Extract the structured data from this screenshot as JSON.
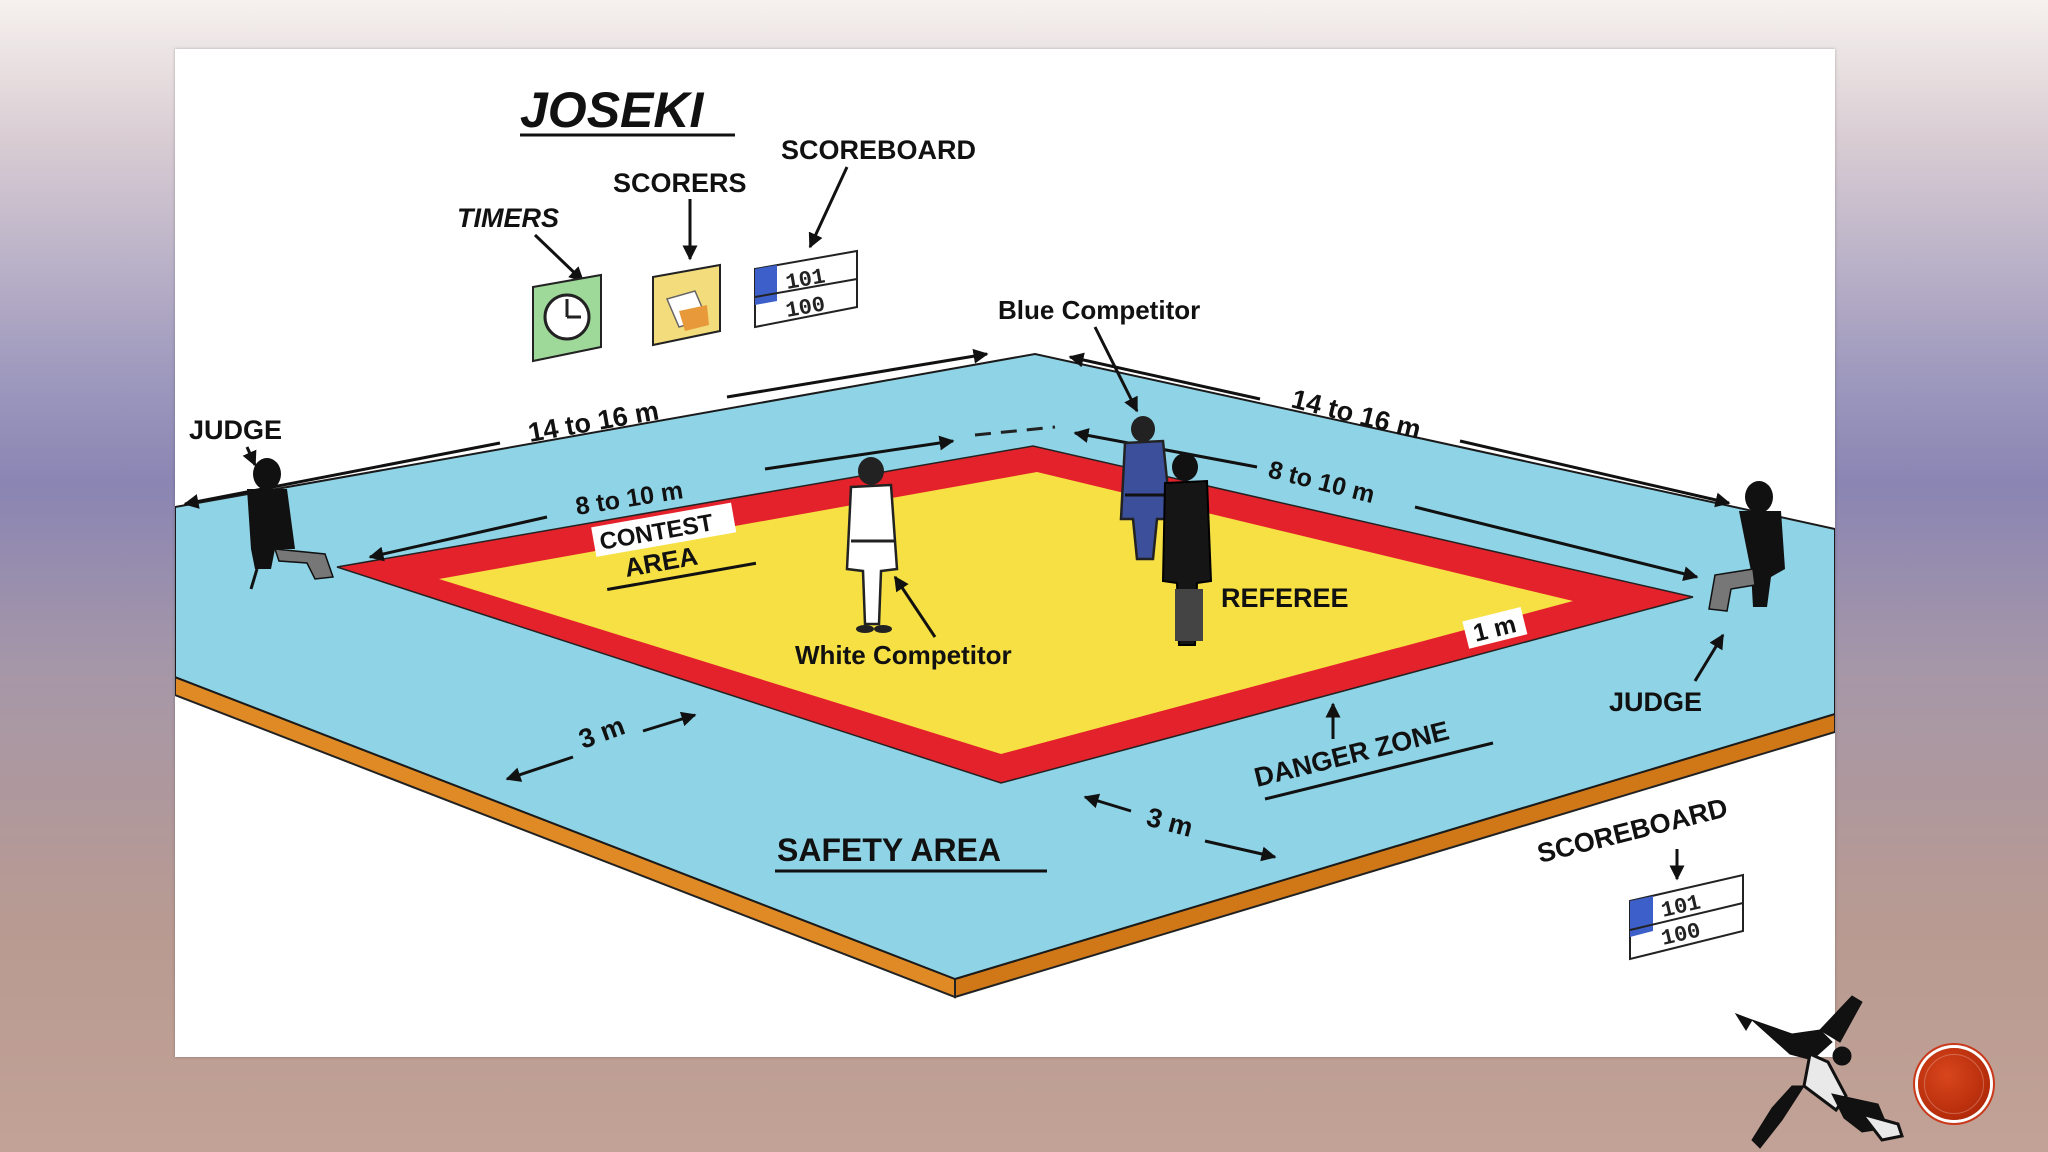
{
  "diagram": {
    "title": "JOSEKI",
    "labels": {
      "timers": "TIMERS",
      "scorers": "SCORERS",
      "scoreboard_top": "SCOREBOARD",
      "scoreboard_bottom": "SCOREBOARD",
      "blue_competitor": "Blue Competitor",
      "white_competitor": "White Competitor",
      "referee": "REFEREE",
      "judge_left": "JUDGE",
      "judge_right": "JUDGE",
      "outer_left": "14 to 16 m",
      "outer_right": "14 to 16 m",
      "inner_left": "8 to 10 m",
      "inner_right": "8 to 10 m",
      "contest_line1": "CONTEST",
      "contest_line2": "AREA",
      "danger_zone": "DANGER ZONE",
      "safety_area": "SAFETY AREA",
      "danger_width": "1 m",
      "safety_left": "3 m",
      "safety_right": "3 m"
    },
    "scoreboard_top_digits": {
      "row1": "101",
      "row2": "100"
    },
    "scoreboard_bottom_digits": {
      "row1": "101",
      "row2": "100"
    },
    "colors": {
      "safety_mat": "#8fd3e6",
      "mat_edge": "#e08a26",
      "danger_zone": "#e3222b",
      "contest_area": "#f7e043",
      "timer_box": "#9fd99a",
      "scorers_box": "#f3dc7c",
      "scoreboard_blue": "#3d5fc9",
      "blue_gi": "#3c4f9a"
    }
  },
  "slide": {
    "accent": "#c9381a"
  }
}
